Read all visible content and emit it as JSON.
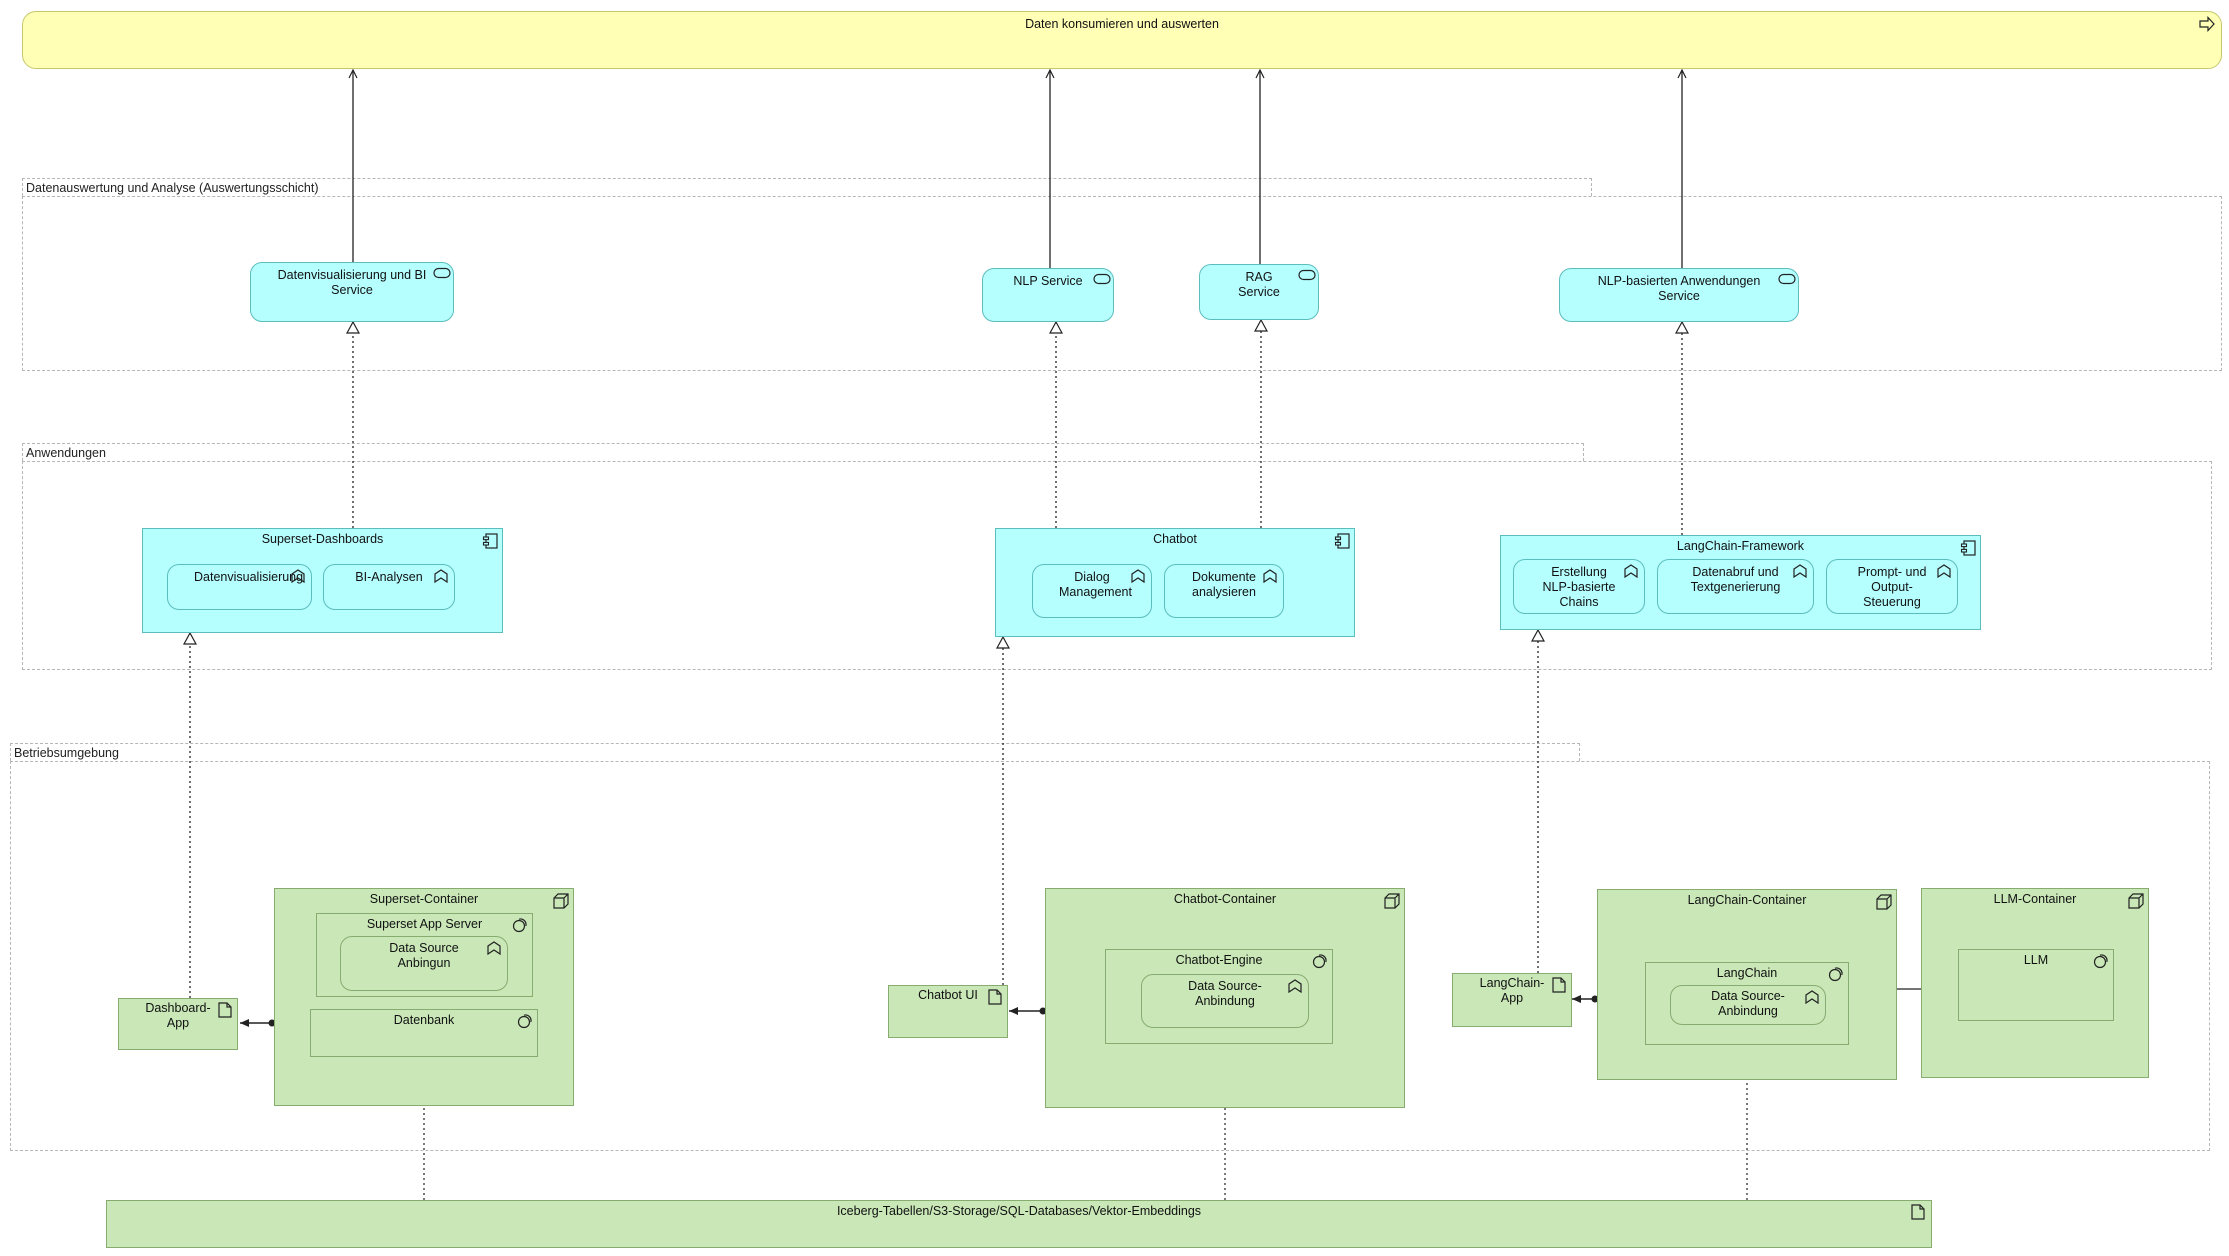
{
  "process": {
    "label": "Daten konsumieren und auswerten"
  },
  "groups": {
    "analyse": "Datenauswertung und Analyse (Auswertungsschicht)",
    "anwendungen": "Anwendungen",
    "betrieb": "Betriebsumgebung"
  },
  "services": {
    "bi": "Datenvisualisierung und  BI Service",
    "nlp": "NLP Service",
    "rag": "RAG Service",
    "nlp_apps": "NLP-basierten Anwendungen Service"
  },
  "applications": {
    "superset": {
      "title": "Superset-Dashboards",
      "functions": [
        "Datenvisualisierung",
        "BI-Analysen"
      ]
    },
    "chatbot": {
      "title": "Chatbot",
      "functions": [
        "Dialog Management",
        "Dokumente analysieren"
      ]
    },
    "langchain": {
      "title": "LangChain-Framework",
      "functions": [
        "Erstellung NLP-basierte Chains",
        "Datenabruf und Textgenerierung",
        "Prompt- und Output-Steuerung"
      ]
    }
  },
  "technology": {
    "superset_container": {
      "title": "Superset-Container",
      "app_server": "Superset App Server",
      "data_source": "Data Source Anbingun",
      "db": "Datenbank"
    },
    "dashboard_app": "Dashboard-App",
    "chatbot_ui": "Chatbot UI",
    "chatbot_container": {
      "title": "Chatbot-Container",
      "engine": "Chatbot-Engine",
      "data_source": "Data Source-Anbindung"
    },
    "langchain_app": "LangChain-App",
    "langchain_container": {
      "title": "LangChain-Container",
      "langchain": "LangChain",
      "data_source": "Data Source-Anbindung"
    },
    "llm_container": {
      "title": "LLM-Container",
      "llm": "LLM"
    },
    "storage": "Iceberg-Tabellen/S3-Storage/SQL-Databases/Vektor-Embeddings"
  },
  "icons": {
    "process": "process-arrow-icon",
    "service": "service-pill-icon",
    "component": "component-icon",
    "function": "function-chevron-icon",
    "node": "node-box-icon",
    "system_software": "system-software-icon",
    "artifact": "artifact-page-icon"
  },
  "colors": {
    "process_fill": "#ffffb6",
    "application_fill": "#b5ffff",
    "technology_fill": "#c9e7b7",
    "group_border": "#b7b7b7"
  }
}
